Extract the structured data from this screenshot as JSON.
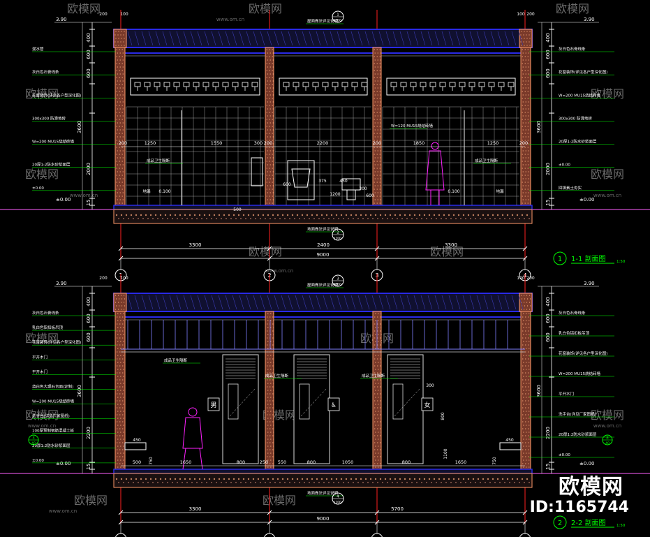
{
  "colors": {
    "background": "#000000",
    "wall_fill": "#7a3a2a",
    "wall_outline": "#ff9a6a",
    "slab": "#2a2ae6",
    "tile_grid": "#c8c8c8",
    "dimension": "#ffffff",
    "leader": "#00ff00",
    "axis_line": "#ff2020",
    "figure": "#ff20ff",
    "fixture": "#ffffff",
    "panel": "#dcdcdc",
    "lattice": "#ffffff",
    "ground": "#ff60ff",
    "title_green": "#00ff00",
    "watermark": "#6a6a6a"
  },
  "watermark": {
    "logo": "欧模网",
    "site": "www.om.cn",
    "id": "ID:1165744"
  },
  "section1": {
    "title_num": "1",
    "title": "1-1 剖面图",
    "scale": "1:50",
    "axes": [
      "1",
      "2",
      "3",
      "4"
    ],
    "bay_dims": [
      "3300",
      "2400",
      "3300"
    ],
    "total_dim": "9000",
    "elev_top_left": "3.90",
    "elev_top_right": "3.90",
    "zero_left": "±0.00",
    "zero_right": "±0.00",
    "left_heights": [
      "400",
      "600",
      "600",
      "3600",
      "2000",
      "15"
    ],
    "right_heights": [
      "400",
      "600",
      "600",
      "3600",
      "2000",
      "15"
    ],
    "top_small": [
      "200",
      "100",
      "100",
      "200"
    ],
    "interior_dims": [
      "200",
      "1250",
      "1550",
      "300",
      "200",
      "2200",
      "200",
      "1850",
      "1250",
      "200"
    ],
    "fixture_dims": [
      "375",
      "450",
      "1200",
      "600",
      "600",
      "300",
      "500"
    ],
    "floor_levels": [
      "0.100",
      "0.100"
    ],
    "drain_labels": [
      "地漏",
      "地漏"
    ],
    "left_notes": [
      "混水管",
      "灰白色石膏线条",
      "花窗装饰(详见各户型深化图)",
      "300x300 防滑地砖",
      "W=200 MU15烧结砖墙",
      "20厚1:2防水砂浆面层",
      "±0.00"
    ],
    "right_notes": [
      "灰白色石膏线条",
      "花窗装饰(详见各户型深化图)",
      "W=200 MU15烧结砖墙",
      "300x300 防滑地砖",
      "20厚1:2防水砂浆面层",
      "±0.00",
      "回填素土夯实"
    ],
    "inner_notes": [
      "屋面做法详见说明",
      "W=120 MU15烧结砖墙",
      "成品卫生隔断",
      "成品卫生隔断",
      "地面做法详见说明"
    ],
    "callout_top": {
      "num": "1",
      "ref": "J100"
    },
    "callout_bottom": {
      "num": "2",
      "ref": "J100"
    }
  },
  "section2": {
    "title_num": "2",
    "title": "2-2 剖面图",
    "scale": "1:50",
    "axes": [
      "1",
      "2",
      "3",
      "4"
    ],
    "bay_dims": [
      "3300",
      "5700"
    ],
    "total_dim": "9000",
    "elev_top_left": "3.90",
    "elev_top_right": "3.90",
    "zero_left": "±0.00",
    "zero_right": "±0.00",
    "left_heights": [
      "400",
      "600",
      "600",
      "3600",
      "2200",
      "15"
    ],
    "right_heights": [
      "400",
      "600",
      "600",
      "3600",
      "2200",
      "15"
    ],
    "top_small": [
      "200",
      "100",
      "100",
      "200"
    ],
    "bottom_dims": [
      "500",
      "1650",
      "800",
      "250",
      "550",
      "800",
      "1050",
      "800",
      "1650"
    ],
    "side_dims": [
      "450",
      "750",
      "450",
      "750",
      "300",
      "800",
      "1100"
    ],
    "left_notes": [
      "灰白色石膏线条",
      "乳白色铝扣板吊顶",
      "花窗装饰(详见各户型深化图)",
      "平开木门",
      "平开木门",
      "烧白色大理石台面(定制)",
      "W=200 MU15烧结砖墙",
      "洗手台(详见厂家图纸)",
      "100厚预制钢筋混凝土板",
      "20厚1:2防水砂浆面层",
      "±0.00"
    ],
    "right_notes": [
      "灰白色石膏线条",
      "乳白色铝扣板吊顶",
      "花窗装饰(详见各户型深化图)",
      "W=200 MU15烧结砖墙",
      "平开木门",
      "洗手台(详见厂家图纸)",
      "20厚1:2防水砂浆面层",
      "±0.00"
    ],
    "inner_notes": [
      "屋面做法详见说明",
      "成品卫生隔断",
      "成品卫生隔断",
      "成品卫生隔断",
      "地面做法详见说明"
    ],
    "stall_signs": [
      "男",
      "♿",
      "女"
    ],
    "callout_top": {
      "num": "3",
      "ref": "J100"
    },
    "callout_bottom": {
      "num": "4",
      "ref": "J100"
    },
    "detail_left": {
      "num": "3",
      "ref": "40"
    },
    "detail_right": {
      "num": "8",
      "ref": "40"
    }
  }
}
